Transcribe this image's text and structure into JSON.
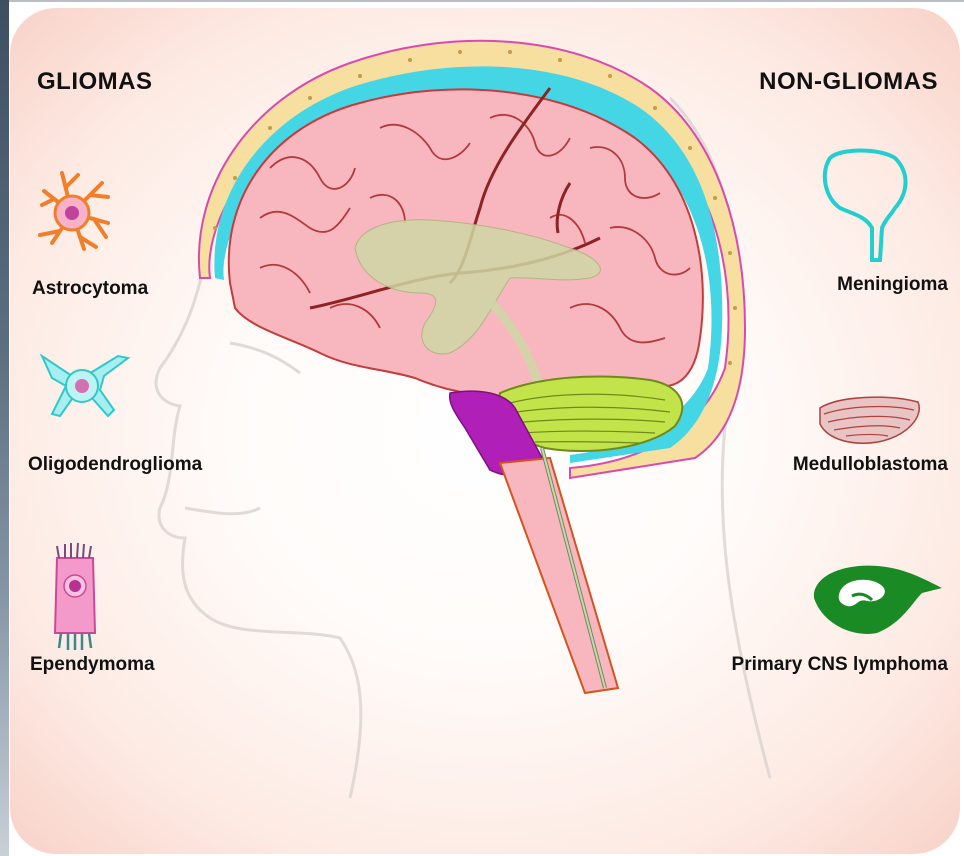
{
  "headings": {
    "left": "GLIOMAS",
    "right": "NON-GLIOMAS"
  },
  "gliomas": [
    {
      "label": "Astrocytoma",
      "icon": "astrocyte-icon",
      "color": "#f07f2a"
    },
    {
      "label": "Oligodendroglioma",
      "icon": "oligodendrocyte-icon",
      "color": "#2fc9c9"
    },
    {
      "label": "Ependymoma",
      "icon": "ependymal-cell-icon",
      "color": "#e66fb8"
    }
  ],
  "non_gliomas": [
    {
      "label": "Meningioma",
      "icon": "meninges-outline-icon",
      "color": "#21cfcf"
    },
    {
      "label": "Medulloblastoma",
      "icon": "cerebellum-icon",
      "color": "#c0504d"
    },
    {
      "label": "Primary CNS lymphoma",
      "icon": "lymphoma-ventricle-icon",
      "color": "#1a8a24"
    }
  ],
  "colors": {
    "brain": "#f8b7bf",
    "meninges": "#45d6e6",
    "skull": "#f7df9f",
    "cerebellum": "#c3e34a",
    "brainstem": "#b01fb8",
    "ventricles": "#cfd6a4"
  }
}
